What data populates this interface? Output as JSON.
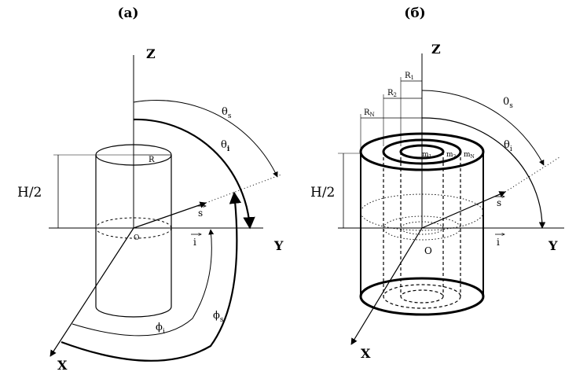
{
  "panels": {
    "a": {
      "title": "(а)",
      "axis_z": "Z",
      "axis_y": "Y",
      "axis_x": "X",
      "origin": "O",
      "radius": "R",
      "height": "H/2",
      "theta_s": "θ",
      "theta_s_sub": "s",
      "theta_i": "θ",
      "theta_i_sub": "i",
      "phi_i": "ϕ",
      "phi_i_sub": "i",
      "phi_s": "ϕ",
      "phi_s_sub": "s",
      "vec_s": "s",
      "vec_i": "i"
    },
    "b": {
      "title": "(б)",
      "axis_z": "Z",
      "axis_y": "Y",
      "axis_x": "X",
      "origin": "O",
      "r1": "R",
      "r1_sub": "1",
      "r2": "R",
      "r2_sub": "2",
      "rn": "R",
      "rn_sub": "N",
      "height": "H/2",
      "theta_s": "0",
      "theta_s_sub": "s",
      "theta_i": "θ",
      "theta_i_sub": "i",
      "m1": "m",
      "m1_sub": "1",
      "m2": "m",
      "m2_sub": "2",
      "mn": "m",
      "mn_sub": "N",
      "vec_s": "s",
      "vec_i": "i"
    }
  }
}
